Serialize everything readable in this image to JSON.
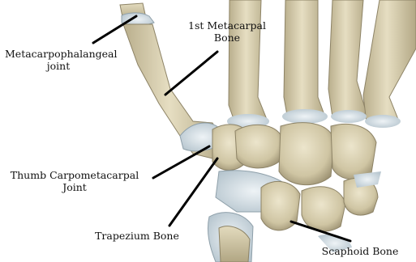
{
  "labels": {
    "mcp_joint": {
      "line1": "Metacarpophalangeal",
      "line2": "joint"
    },
    "first_metacarpal": {
      "line1": "1st Metacarpal",
      "line2": "Bone"
    },
    "thumb_cmc": {
      "line1": "Thumb Carpometacarpal",
      "line2": "Joint"
    },
    "trapezium": {
      "text": "Trapezium Bone"
    },
    "scaphoid": {
      "text": "Scaphoid Bone"
    }
  },
  "colors": {
    "bone": "#ddd4b4",
    "bone_shadow": "#a89e7c",
    "cartilage": "#c9d6de",
    "leader_line": "#000000"
  }
}
